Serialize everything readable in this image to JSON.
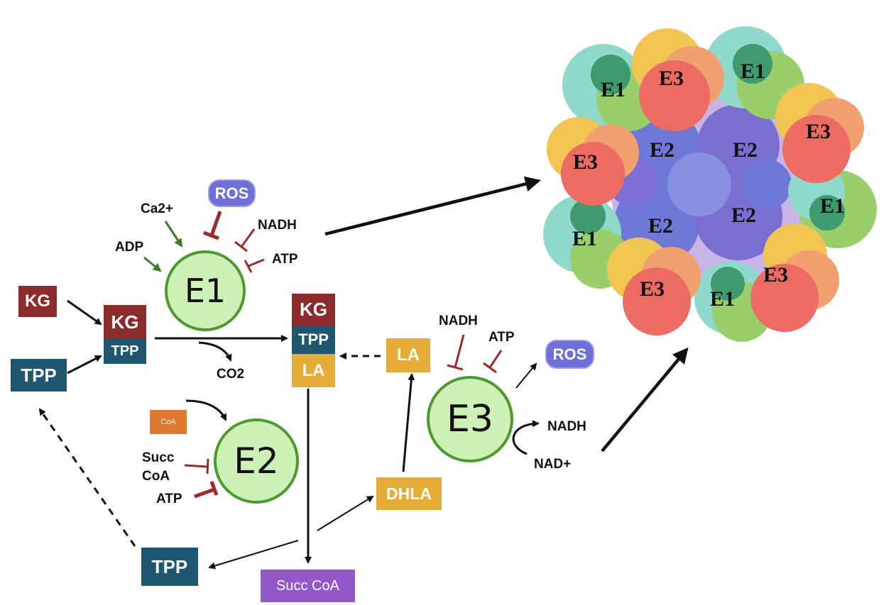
{
  "nodes": {
    "kg_input": "KG",
    "tpp_input": "TPP",
    "kg_bound": "KG",
    "tpp_bound": "TPP",
    "kg_product": "KG",
    "tpp_product": "TPP",
    "la_product": "LA",
    "la_free": "LA",
    "dhla": "DHLA",
    "tpp_released": "TPP",
    "succ_coa_product": "Succ CoA",
    "coa": "CoA",
    "ros_e1": "ROS",
    "ros_e3": "ROS"
  },
  "enzymes": {
    "e1": "E1",
    "e2": "E2",
    "e3": "E3"
  },
  "labels": {
    "ca2": "Ca2+",
    "adp": "ADP",
    "nadh_e1": "NADH",
    "atp_e1": "ATP",
    "co2": "CO2",
    "succ_e2_line1": "Succ",
    "succ_e2_line2": "CoA",
    "atp_e2": "ATP",
    "nadh_e3": "NADH",
    "atp_e3": "ATP",
    "nadh_out": "NADH",
    "nad_in": "NAD+"
  },
  "complex": {
    "labels": [
      "E1",
      "E3",
      "E1",
      "E3",
      "E3",
      "E2",
      "E2",
      "E1",
      "E2",
      "E2",
      "E1",
      "E3",
      "E1",
      "E3"
    ]
  },
  "colors": {
    "kg": "#8b2b2b",
    "tpp": "#1f5670",
    "la": "#e5ad37",
    "succ_coa": "#9258c8",
    "coa": "#dd7a2f",
    "ros": "#6f6fd8",
    "enzyme_fill": "#cdf1b6",
    "enzyme_border": "#4d9a2f",
    "activator_arrow": "#3f7a2a",
    "inhibitor": "#9e2a2a",
    "e1_subunit": "#7fcfc4",
    "e2_subunit": "#6f78d6",
    "e3_subunit": "#ec6b62"
  }
}
